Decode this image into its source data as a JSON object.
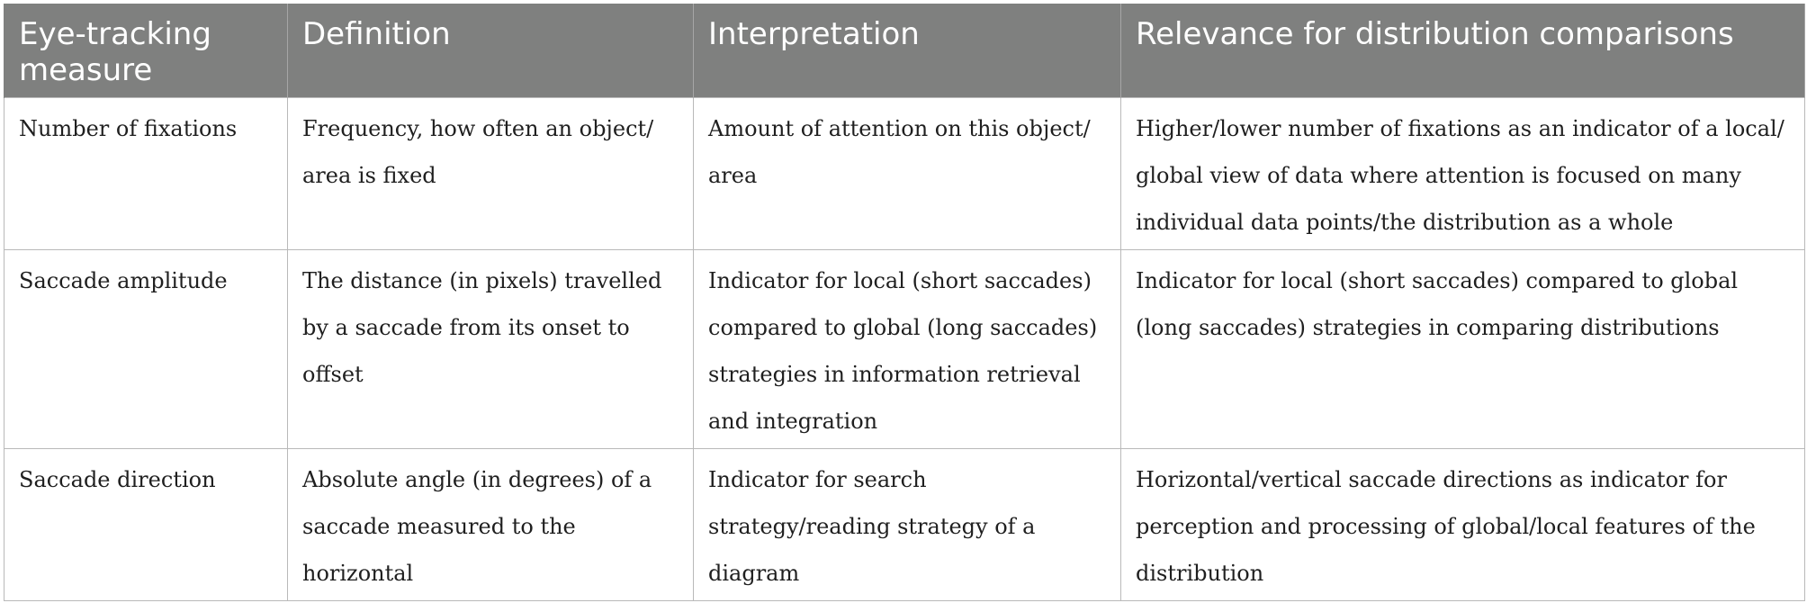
{
  "table": {
    "headers": [
      "Eye-tracking measure",
      "Definition",
      "Interpretation",
      "Relevance for distribution comparisons"
    ],
    "rows": [
      [
        "Number of fixations",
        "Frequency, how often an object/ area is fixed",
        "Amount of attention on this object/ area",
        "Higher/lower number of fixations as an indicator of a local/ global view of data where attention is focused on many individual data points/the distribution as a whole"
      ],
      [
        "Saccade amplitude",
        "The distance (in pixels) travelled by a saccade from its onset to offset",
        "Indicator for local (short saccades) compared to global (long saccades) strategies in information retrieval and integration",
        "Indicator for local (short saccades) compared to global (long saccades) strategies in comparing distributions"
      ],
      [
        "Saccade direction",
        "Absolute angle (in degrees) of a saccade measured to the horizontal",
        "Indicator for search strategy/reading strategy of a diagram",
        "Horizontal/vertical saccade directions as indicator for perception and processing of global/local features of the distribution"
      ]
    ]
  },
  "colors": {
    "header_bg": "#7f807f",
    "header_text": "#ffffff",
    "grid": "#b9b9b9",
    "body_text": "#1f1f1f"
  }
}
